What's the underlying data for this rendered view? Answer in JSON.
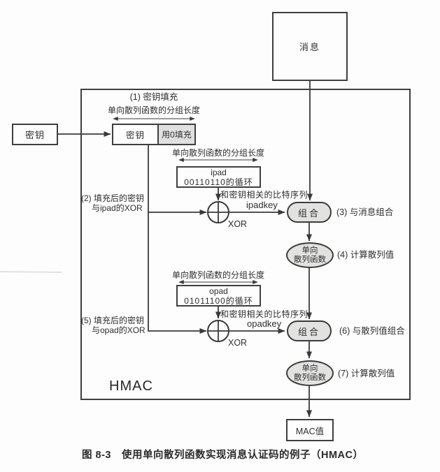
{
  "boxes": {
    "message": "消息",
    "key": "密钥",
    "padded_key": "密钥",
    "padding": "用0填充",
    "ipad_name": "ipad",
    "ipad_cycle": "00110110的循环",
    "opad_name": "opad",
    "opad_cycle": "01011100的循环",
    "mac": "MAC值",
    "hmac": "HMAC"
  },
  "nodes": {
    "combine": "组合",
    "hash_line1": "单向",
    "hash_line2": "散列函数"
  },
  "labels": {
    "step1": "(1) 密钥填充",
    "block_length": "单向散列函数的分组长度",
    "key_bits": "和密钥相关的比特序列",
    "ipadkey": "ipadkey",
    "opadkey": "opadkey",
    "xor": "XOR",
    "step2_line1": "(2) 填充后的密钥",
    "step2_line2": "与ipad的XOR",
    "step3": "(3) 与消息组合",
    "step4": "(4) 计算散列值",
    "step5_line1": "(5) 填充后的密钥",
    "step5_line2": "与opad的XOR",
    "step6": "(6) 与散列值组合",
    "step7": "(7) 计算散列值"
  },
  "caption": "图 8-3　使用单向散列函数实现消息认证码的例子（HMAC）",
  "colors": {
    "line": "#3a3a3a",
    "border": "#3f3f3f",
    "node_fill": "#e2e2e0",
    "padding_fill": "#e0e0e0",
    "text": "#2f2f2f",
    "background": "#fdfdfd"
  }
}
